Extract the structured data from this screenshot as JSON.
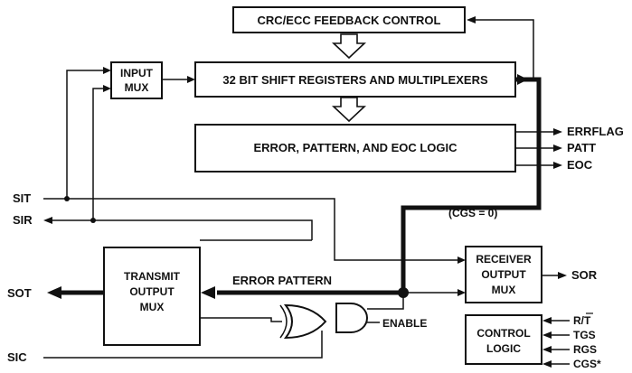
{
  "blocks": {
    "crc": "CRC/ECC FEEDBACK CONTROL",
    "input_mux": [
      "INPUT",
      "MUX"
    ],
    "shift_reg": "32 BIT SHIFT REGISTERS AND MULTIPLEXERS",
    "error_logic": "ERROR, PATTERN, AND EOC LOGIC",
    "transmit_mux": [
      "TRANSMIT",
      "OUTPUT",
      "MUX"
    ],
    "receiver_mux": [
      "RECEIVER",
      "OUTPUT",
      "MUX"
    ],
    "control_logic": [
      "CONTROL",
      "LOGIC"
    ]
  },
  "signals": {
    "errflag": "ERRFLAG",
    "patt": "PATT",
    "eoc": "EOC",
    "sit": "SIT",
    "sir": "SIR",
    "sot": "SOT",
    "sic": "SIC",
    "sor": "SOR",
    "cgs_note": "(CGS = 0)",
    "error_pattern": "ERROR PATTERN",
    "enable": "ENABLE"
  },
  "control_inputs": [
    "R/T",
    "TGS",
    "RGS",
    "CGS*"
  ]
}
